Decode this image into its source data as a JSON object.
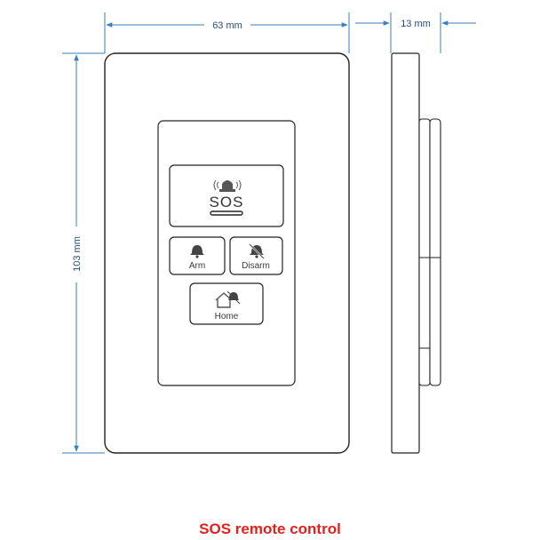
{
  "dimensions": {
    "width_label": "63 mm",
    "depth_label": "13 mm",
    "height_label": "103 mm"
  },
  "buttons": {
    "sos_label": "SOS",
    "arm_label": "Arm",
    "disarm_label": "Disarm",
    "home_label": "Home"
  },
  "caption": "SOS remote control",
  "colors": {
    "dimension_line": "#3a7fc1",
    "caption": "#e0221c",
    "outline": "#222222"
  }
}
